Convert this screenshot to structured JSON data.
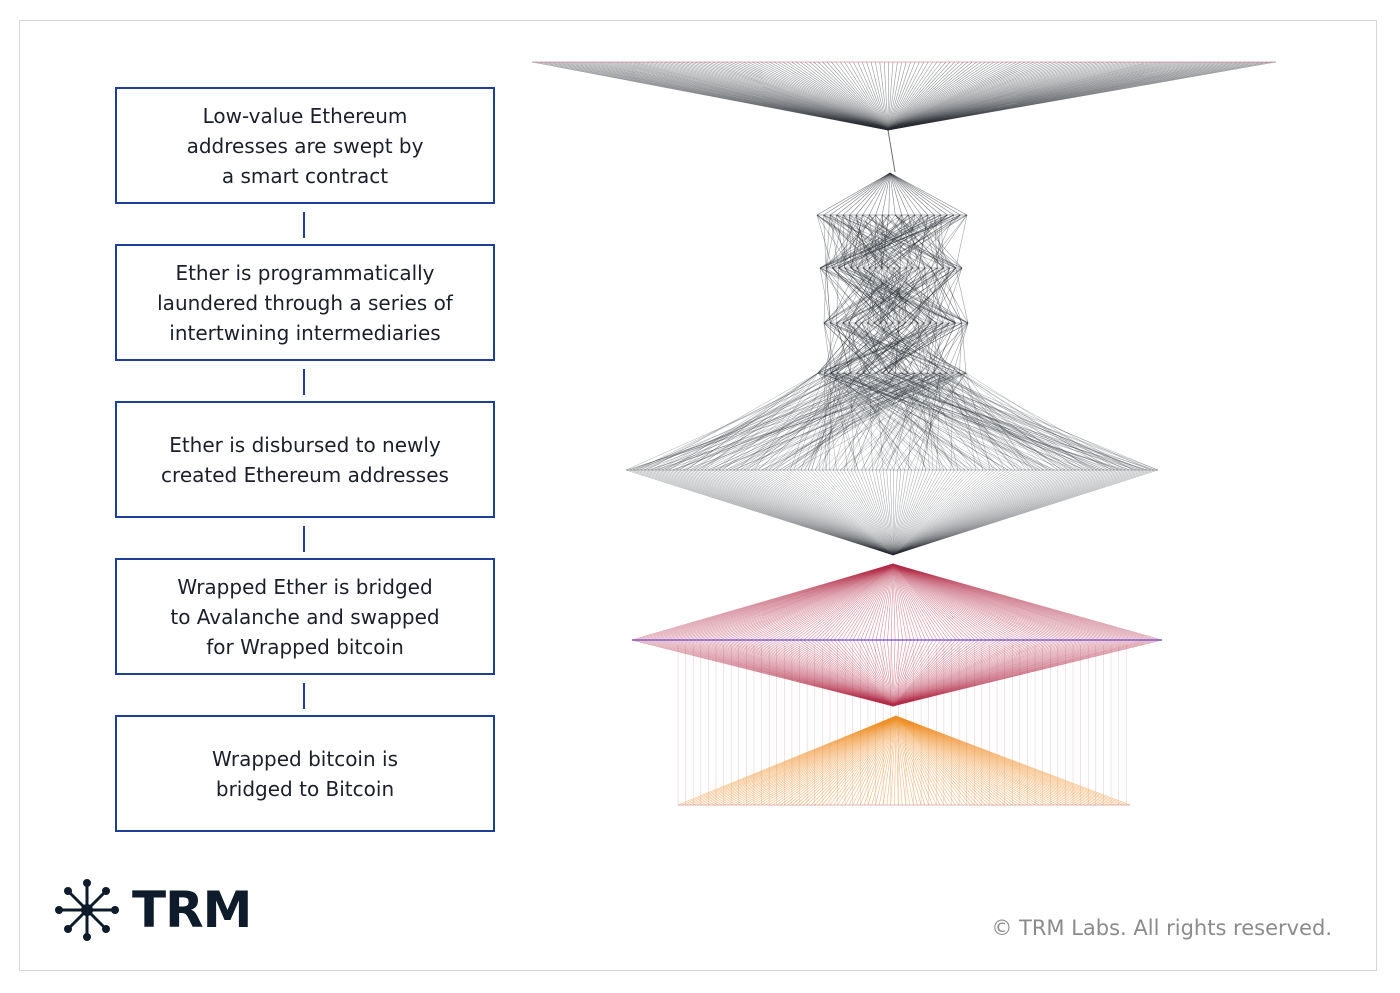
{
  "steps": [
    {
      "text": "Low-value Ethereum\naddresses are swept by\na smart contract"
    },
    {
      "text": "Ether is programmatically\nlaundered through a series of\nintertwining intermediaries"
    },
    {
      "text": "Ether is disbursed to newly\ncreated Ethereum addresses"
    },
    {
      "text": "Wrapped Ether is bridged\nto Avalanche and swapped\nfor Wrapped bitcoin"
    },
    {
      "text": "Wrapped bitcoin is\nbridged to Bitcoin"
    }
  ],
  "brand": {
    "name": "TRM"
  },
  "copyright": "© TRM Labs. All rights reserved.",
  "colors": {
    "box_border": "#1d3f98",
    "graph_dark": "#2b2f36",
    "graph_red": "#b4304a",
    "graph_orange": "#f0902a",
    "graph_purple": "#6a3fd0",
    "copyright_text": "#8b8b8b",
    "logo": "#0d1b2a"
  },
  "icons": {
    "logo": "network-star-icon"
  }
}
